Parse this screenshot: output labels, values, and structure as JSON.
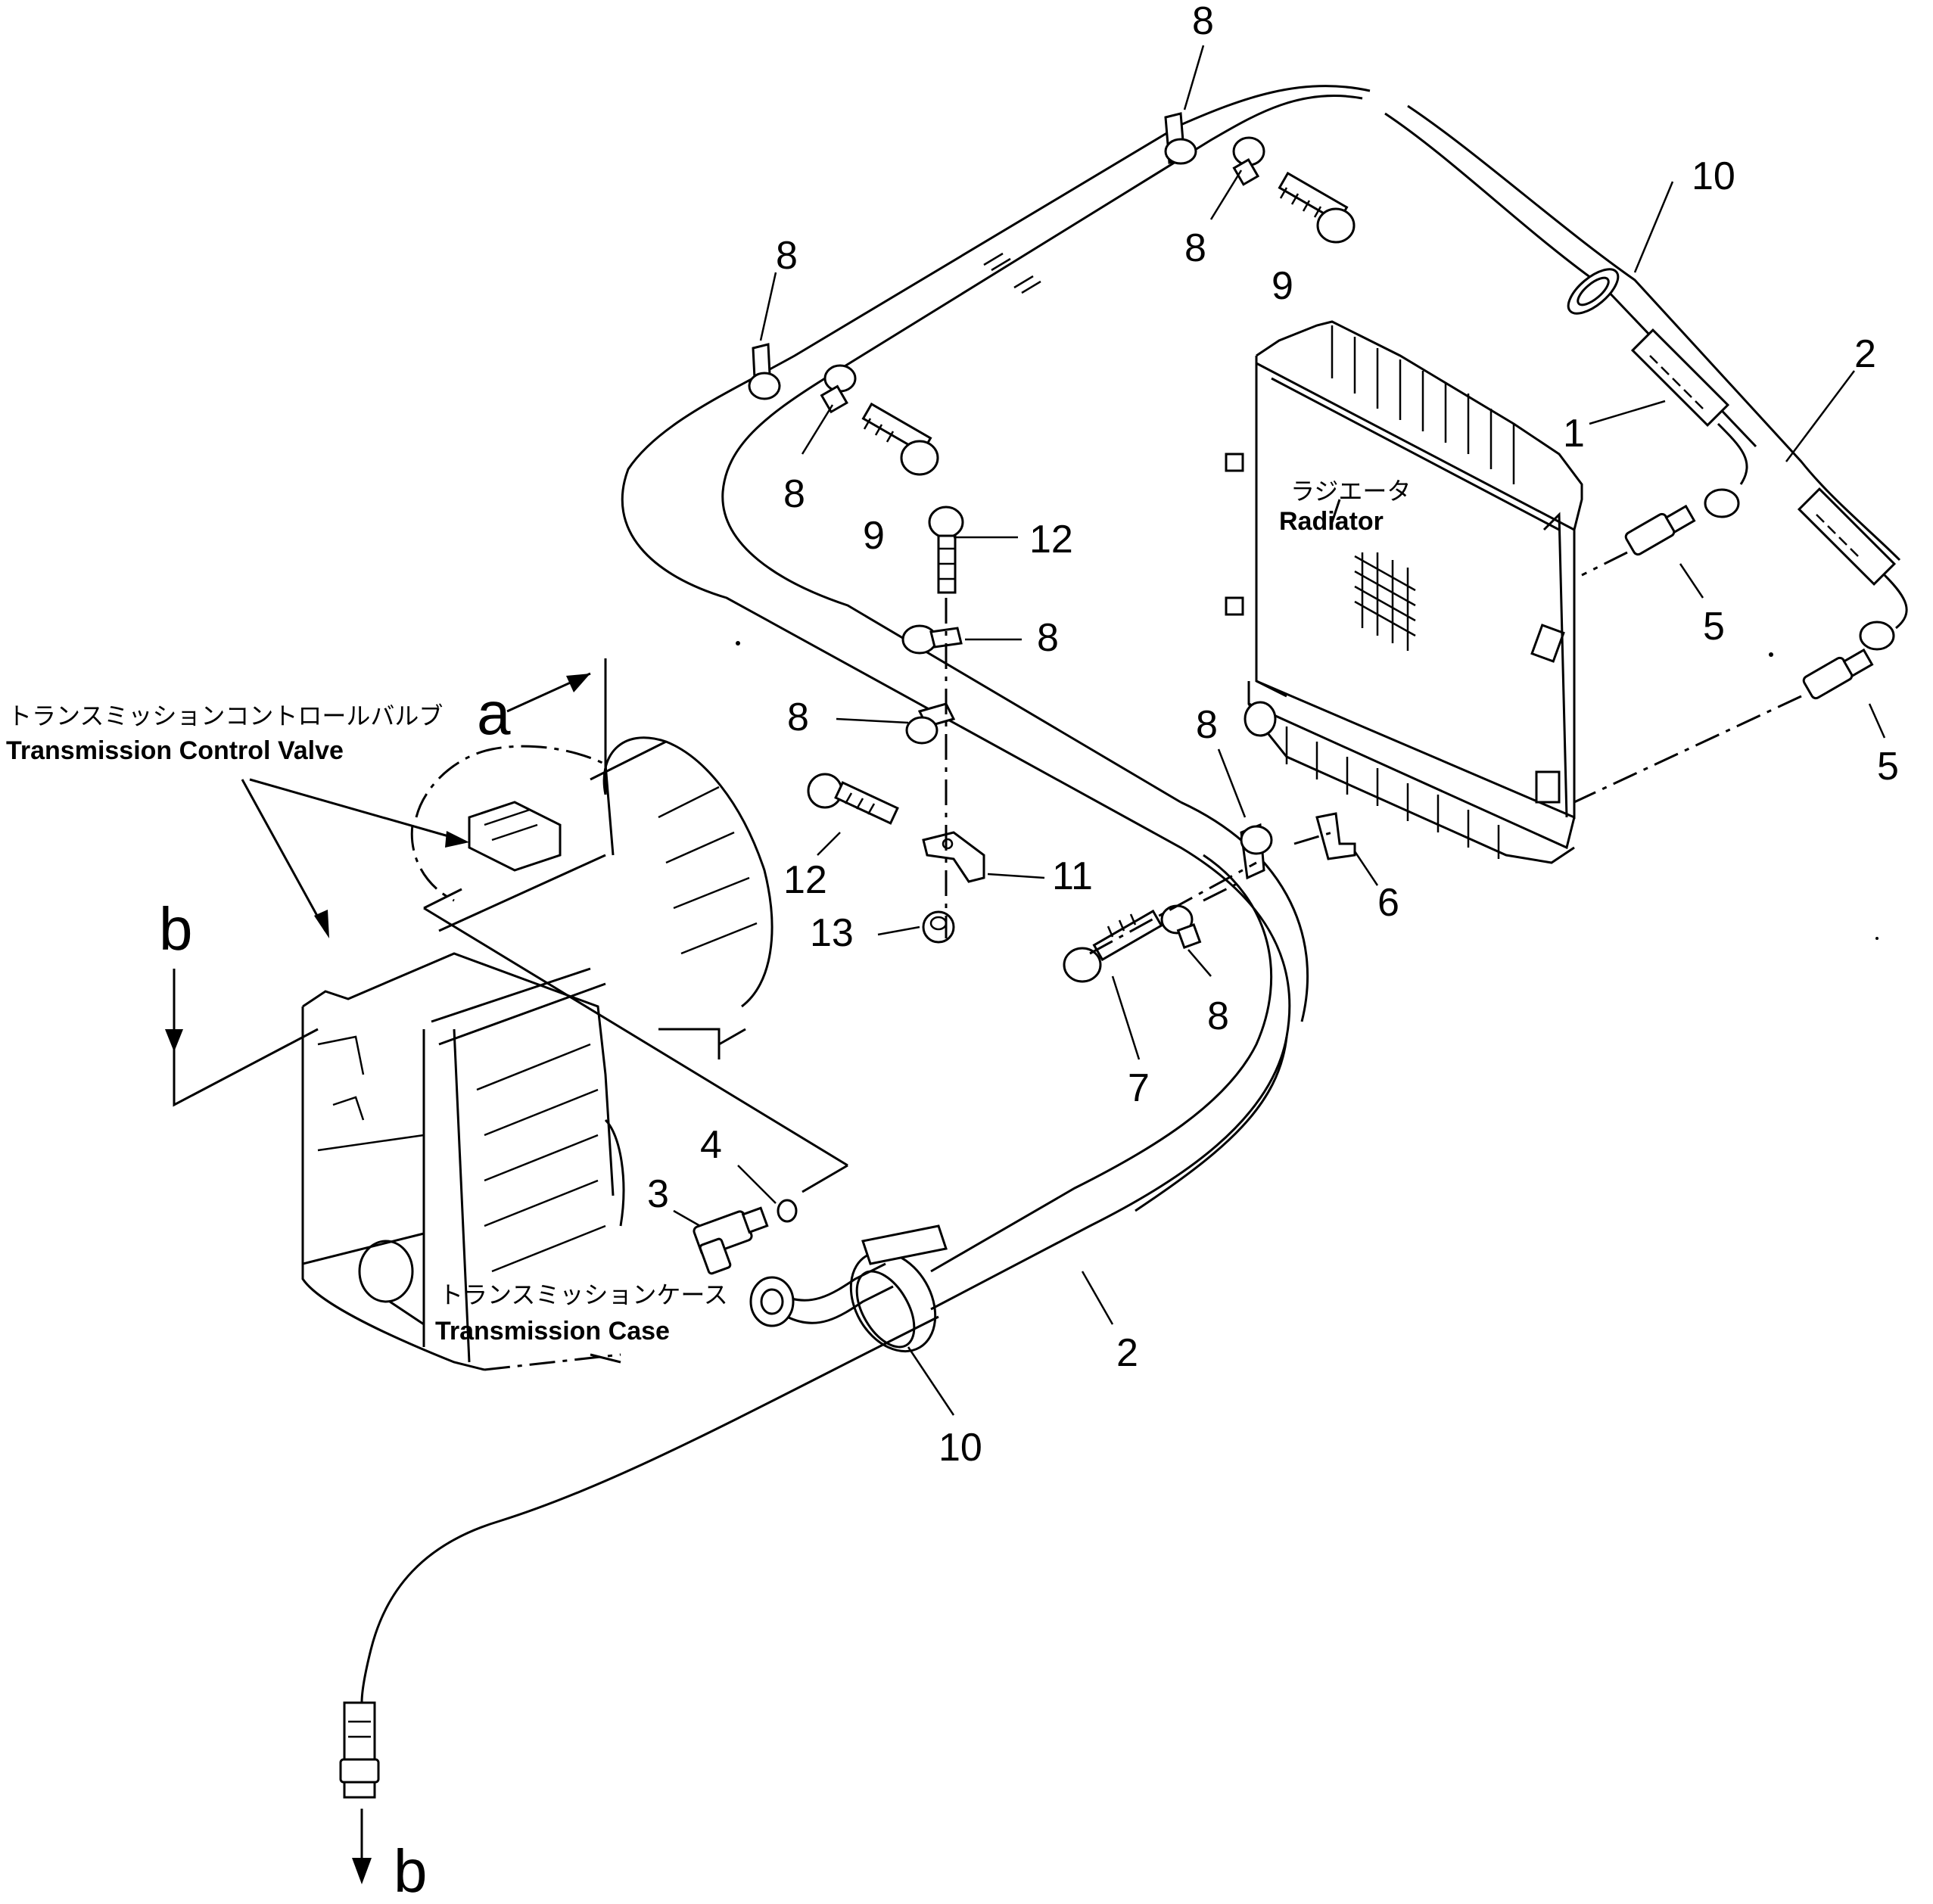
{
  "labels": {
    "transmission_control_valve_jp": "トランスミッションコントロールバルブ",
    "transmission_control_valve_en": "Transmission Control Valve",
    "transmission_case_jp": "トランスミッションケース",
    "transmission_case_en": "Transmission Case",
    "radiator_jp": "ラジエータ",
    "radiator_en": "Radiator"
  },
  "view_markers": {
    "a": "a",
    "b_top": "b",
    "b_bottom": "b"
  },
  "callouts": {
    "c8_top": "8",
    "c10_top": "10",
    "c8_tl": "8",
    "c8_tr": "8",
    "c9_tr": "9",
    "c2_right": "2",
    "c1": "1",
    "c8_ml": "8",
    "c9_ml": "9",
    "c12_top": "12",
    "c8_mid1": "8",
    "c5_a": "5",
    "c5_b": "5",
    "c8_mid2": "8",
    "c8_mid3": "8",
    "c12_bot": "12",
    "c11": "11",
    "c6": "6",
    "c13": "13",
    "c8_low": "8",
    "c7": "7",
    "c4": "4",
    "c3": "3",
    "c2_bottom": "2",
    "c10_bottom": "10"
  }
}
